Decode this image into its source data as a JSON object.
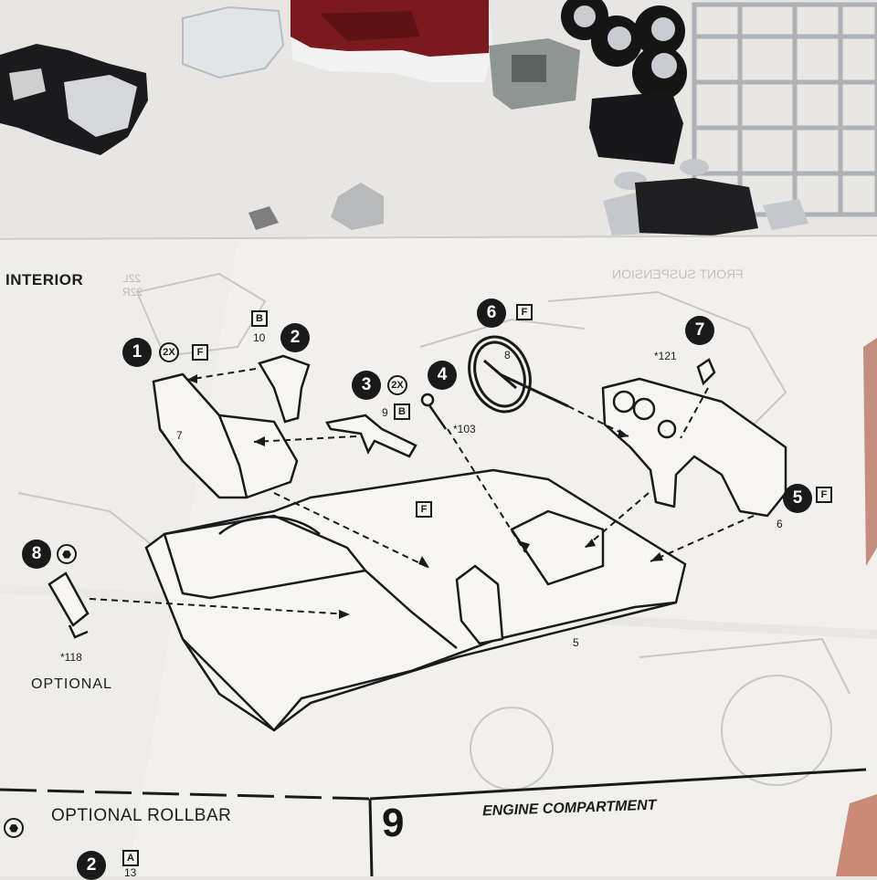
{
  "sheet": {
    "section_title": "INTERIOR",
    "mirror_text": "FRONT SUSPENSION",
    "mirror_codes": [
      "22L",
      "22R"
    ],
    "optional_label": "OPTIONAL",
    "bottom_left_title": "OPTIONAL ROLLBAR",
    "bottom_right_title": "ENGINE COMPARTMENT",
    "bottom_step_number": "9"
  },
  "steps": [
    {
      "num": "1",
      "qty": "2X",
      "tree": "F"
    },
    {
      "num": "2",
      "tree": "B",
      "part": "10"
    },
    {
      "num": "3",
      "qty": "2X",
      "tree": "B",
      "part": "9"
    },
    {
      "num": "4",
      "part": "*103"
    },
    {
      "num": "5",
      "tree": "F",
      "part": "6"
    },
    {
      "num": "6",
      "tree": "F",
      "part": "8"
    },
    {
      "num": "7",
      "part": "*121"
    },
    {
      "num": "8",
      "part": "*118"
    }
  ],
  "parts": {
    "seat": "7",
    "tub": "5",
    "floor_tree": "F"
  },
  "bottom_step": {
    "num": "2",
    "tree": "A",
    "part": "13"
  },
  "colors": {
    "table": "#e6e4e1",
    "paper": "#f1f0ec",
    "ink": "#1a1a1a",
    "body_red": "#7a1a1f",
    "chrome": "#b9bcc0"
  }
}
